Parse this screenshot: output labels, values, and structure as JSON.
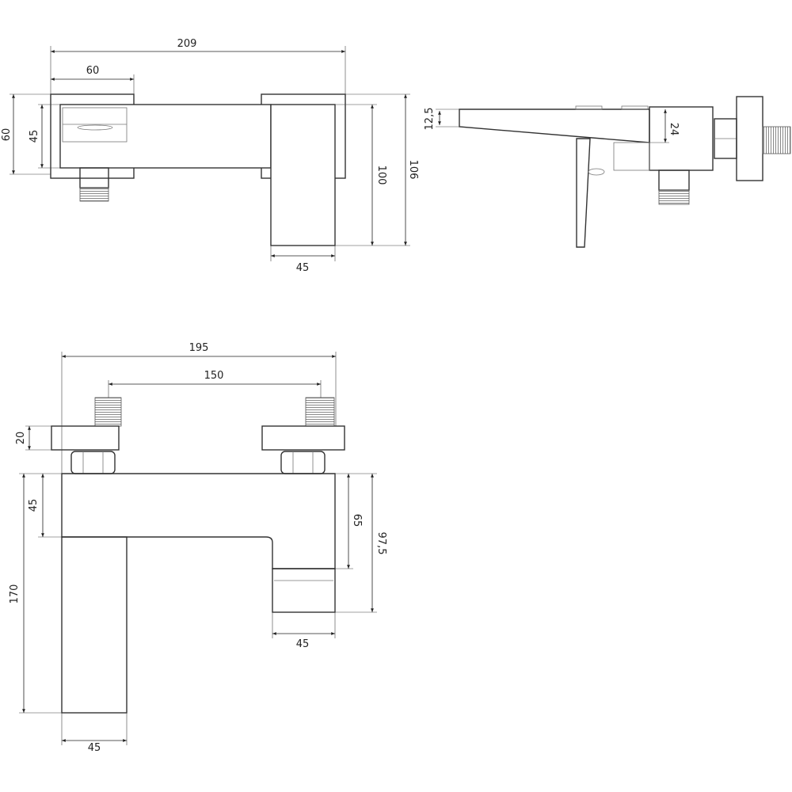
{
  "title": "Shower mixer technical drawing",
  "front_view": {
    "overall_width": "209",
    "plate_width": "60",
    "plate_height": "60",
    "body_height": "45",
    "spout_height": "100",
    "total_height": "106",
    "spout_width": "45"
  },
  "side_view": {
    "spout_tip": "12,5",
    "body_depth": "24"
  },
  "top_view": {
    "overall_width": "195",
    "center_distance": "150",
    "flange_depth": "20",
    "body_depth": "45",
    "column_length": "170",
    "outlet_depth": "65",
    "outlet_total": "97,5",
    "outlet_width": "45",
    "column_width": "45"
  },
  "colors": {
    "line": "#333333",
    "background": "#ffffff"
  }
}
